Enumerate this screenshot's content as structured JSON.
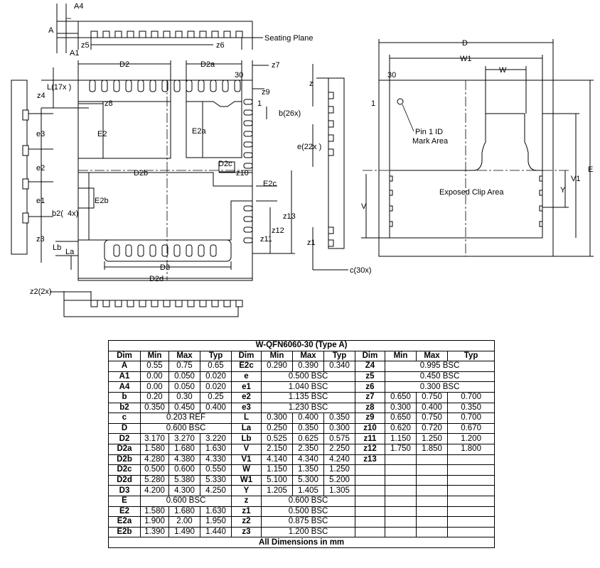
{
  "labels": {
    "A4": "A4",
    "A": "A",
    "A1": "A1",
    "z5": "z5",
    "z6": "z6",
    "seating_plane": "Seating Plane",
    "D2": "D2",
    "D2a": "D2a",
    "pin30_left": "30",
    "z7": "z7",
    "L17x": "L(17x )",
    "z4": "z4",
    "z8": "z8",
    "z9": "z9",
    "one_left": "1",
    "b26x": "b(26x)",
    "E2": "E2",
    "E2a": "E2a",
    "e3": "e3",
    "e2": "e2",
    "D2b": "D2b",
    "D2c": "D2c",
    "z10": "z10",
    "E2c": "E2c",
    "e1": "e1",
    "E2b": "E2b",
    "b2": "b2(",
    "fourx": "4x)",
    "z13": "z13",
    "z12": "z12",
    "z3": "z3",
    "z11": "z11",
    "Lb": "Lb",
    "La": "La",
    "D3": "D3",
    "D2d": "D2d",
    "z2_2x": "z2(2x)",
    "z_side": "z",
    "e22x": "e(22x )",
    "z1": "z1",
    "c30x": "c(30x)",
    "D": "D",
    "W1": "W1",
    "W": "W",
    "pin30_right": "30",
    "one_right": "1",
    "pin1_id": "Pin 1 ID",
    "mark_area": "Mark Area",
    "V1": "V1",
    "E": "E",
    "exposed_clip": "Exposed Clip Area",
    "Y": "Y",
    "V": "V"
  },
  "table": {
    "title": "W-QFN6060-30 (Type A)",
    "headers": [
      "Dim",
      "Min",
      "Max",
      "Typ",
      "Dim",
      "Min",
      "Max",
      "Typ",
      "Dim",
      "Min",
      "Max",
      "Typ"
    ],
    "rows": [
      [
        {
          "d": "A",
          "v": [
            "0.55",
            "0.75",
            "0.65"
          ]
        },
        {
          "d": "E2c",
          "v": [
            "0.290",
            "0.390",
            "0.340"
          ]
        },
        {
          "d": "Z4",
          "s": "0.995 BSC"
        }
      ],
      [
        {
          "d": "A1",
          "v": [
            "0.00",
            "0.050",
            "0.020"
          ]
        },
        {
          "d": "e",
          "s": "0.500 BSC"
        },
        {
          "d": "z5",
          "s": "0.450 BSC"
        }
      ],
      [
        {
          "d": "A4",
          "v": [
            "0.00",
            "0.050",
            "0.020"
          ]
        },
        {
          "d": "e1",
          "s": "1.040 BSC"
        },
        {
          "d": "z6",
          "s": "0.300 BSC"
        }
      ],
      [
        {
          "d": "b",
          "v": [
            "0.20",
            "0.30",
            "0.25"
          ]
        },
        {
          "d": "e2",
          "s": "1.135 BSC"
        },
        {
          "d": "z7",
          "v": [
            "0.650",
            "0.750",
            "0.700"
          ]
        }
      ],
      [
        {
          "d": "b2",
          "v": [
            "0.350",
            "0.450",
            "0.400"
          ]
        },
        {
          "d": "e3",
          "s": "1.230 BSC"
        },
        {
          "d": "z8",
          "v": [
            "0.300",
            "0.400",
            "0.350"
          ]
        }
      ],
      [
        {
          "d": "c",
          "s": "0.203 REF"
        },
        {
          "d": "L",
          "v": [
            "0.300",
            "0.400",
            "0.350"
          ]
        },
        {
          "d": "z9",
          "v": [
            "0.650",
            "0.750",
            "0.700"
          ]
        }
      ],
      [
        {
          "d": "D",
          "s": "0.600 BSC"
        },
        {
          "d": "La",
          "v": [
            "0.250",
            "0.350",
            "0.300"
          ]
        },
        {
          "d": "z10",
          "v": [
            "0.620",
            "0.720",
            "0.670"
          ]
        }
      ],
      [
        {
          "d": "D2",
          "v": [
            "3.170",
            "3.270",
            "3.220"
          ]
        },
        {
          "d": "Lb",
          "v": [
            "0.525",
            "0.625",
            "0.575"
          ]
        },
        {
          "d": "z11",
          "v": [
            "1.150",
            "1.250",
            "1.200"
          ]
        }
      ],
      [
        {
          "d": "D2a",
          "v": [
            "1.580",
            "1.680",
            "1.630"
          ]
        },
        {
          "d": "V",
          "v": [
            "2.150",
            "2.350",
            "2.250"
          ]
        },
        {
          "d": "z12",
          "v": [
            "1.750",
            "1.850",
            "1.800"
          ]
        }
      ],
      [
        {
          "d": "D2b",
          "v": [
            "4.280",
            "4.380",
            "4.330"
          ]
        },
        {
          "d": "V1",
          "v": [
            "4.140",
            "4.340",
            "4.240"
          ]
        },
        {
          "d": "z13",
          "v": [
            "",
            "",
            ""
          ]
        }
      ],
      [
        {
          "d": "D2c",
          "v": [
            "0.500",
            "0.600",
            "0.550"
          ]
        },
        {
          "d": "W",
          "v": [
            "1.150",
            "1.350",
            "1.250"
          ]
        },
        {
          "d": "",
          "v": [
            "",
            "",
            ""
          ]
        }
      ],
      [
        {
          "d": "D2d",
          "v": [
            "5.280",
            "5.380",
            "5.330"
          ]
        },
        {
          "d": "W1",
          "v": [
            "5.100",
            "5.300",
            "5.200"
          ]
        },
        {
          "d": "",
          "v": [
            "",
            "",
            ""
          ]
        }
      ],
      [
        {
          "d": "D3",
          "v": [
            "4.200",
            "4.300",
            "4.250"
          ]
        },
        {
          "d": "Y",
          "v": [
            "1.205",
            "1.405",
            "1.305"
          ]
        },
        {
          "d": "",
          "v": [
            "",
            "",
            ""
          ]
        }
      ],
      [
        {
          "d": "E",
          "s": "0.600 BSC"
        },
        {
          "d": "z",
          "s": "0.600 BSC"
        },
        {
          "d": "",
          "v": [
            "",
            "",
            ""
          ]
        }
      ],
      [
        {
          "d": "E2",
          "v": [
            "1.580",
            "1.680",
            "1.630"
          ]
        },
        {
          "d": "z1",
          "s": "0.500 BSC"
        },
        {
          "d": "",
          "v": [
            "",
            "",
            ""
          ]
        }
      ],
      [
        {
          "d": "E2a",
          "v": [
            "1.900",
            "2.00",
            "1.950"
          ]
        },
        {
          "d": "z2",
          "s": "0.875 BSC"
        },
        {
          "d": "",
          "v": [
            "",
            "",
            ""
          ]
        }
      ],
      [
        {
          "d": "E2b",
          "v": [
            "1.390",
            "1.490",
            "1.440"
          ]
        },
        {
          "d": "z3",
          "s": "1.200 BSC"
        },
        {
          "d": "",
          "v": [
            "",
            "",
            ""
          ]
        }
      ]
    ],
    "footer": "All Dimensions in mm"
  }
}
